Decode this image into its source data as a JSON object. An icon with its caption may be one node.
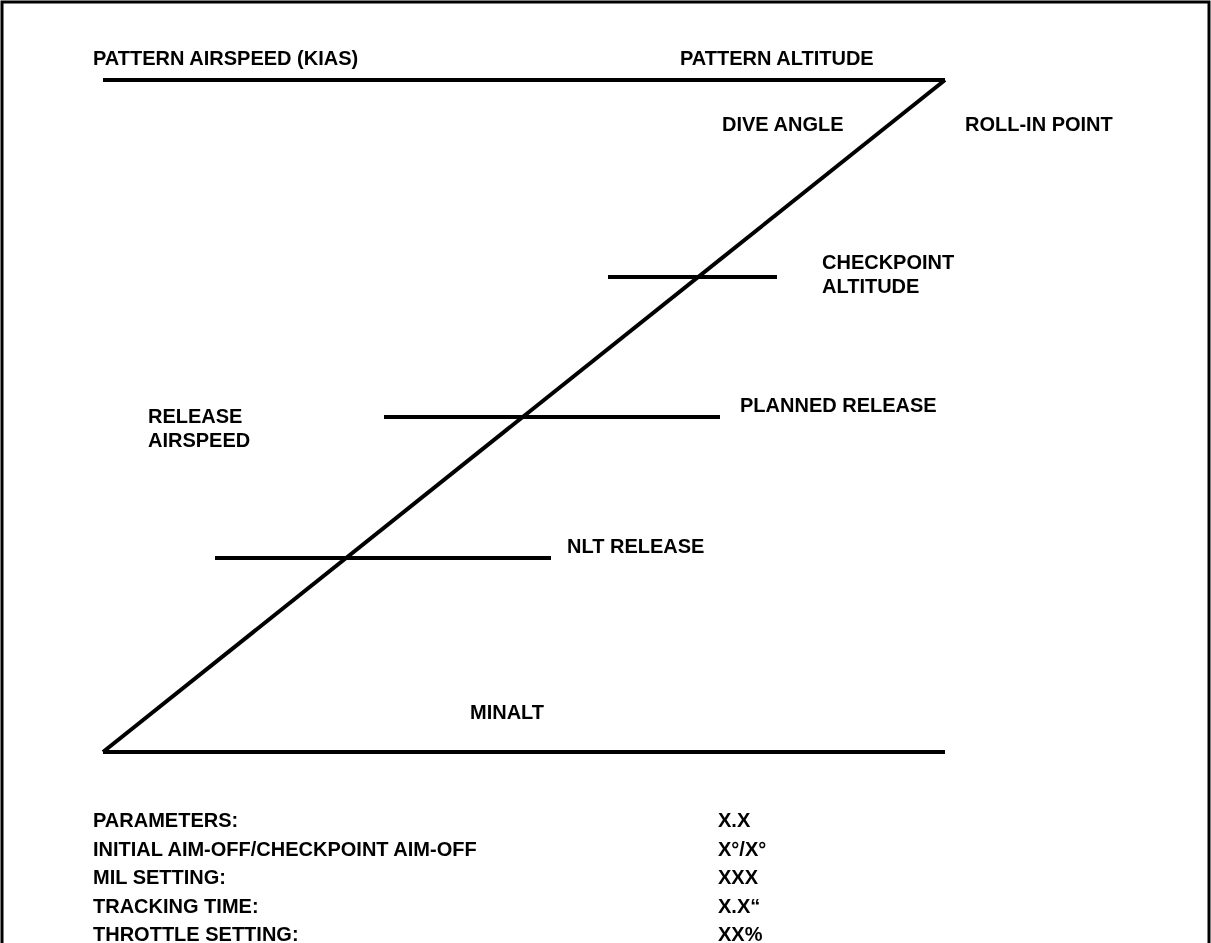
{
  "diagram": {
    "labels": [
      "PATTERN AIRSPEED (KIAS)",
      "PATTERN ALTITUDE",
      "DIVE ANGLE",
      "ROLL-IN POINT",
      "CHECKPOINT ALTITUDE",
      "PLANNED RELEASE",
      "RELEASE AIRSPEED",
      "NLT RELEASE",
      "MINALT",
      "PARAMETERS:",
      "X.X",
      "INITIAL AIM-OFF/CHECKPOINT AIM-OFF",
      "X°/X°",
      "MIL SETTING:",
      "XXX",
      "TRACKING TIME:",
      "X.X“",
      "THROTTLE SETTING:",
      "XX%"
    ]
  }
}
